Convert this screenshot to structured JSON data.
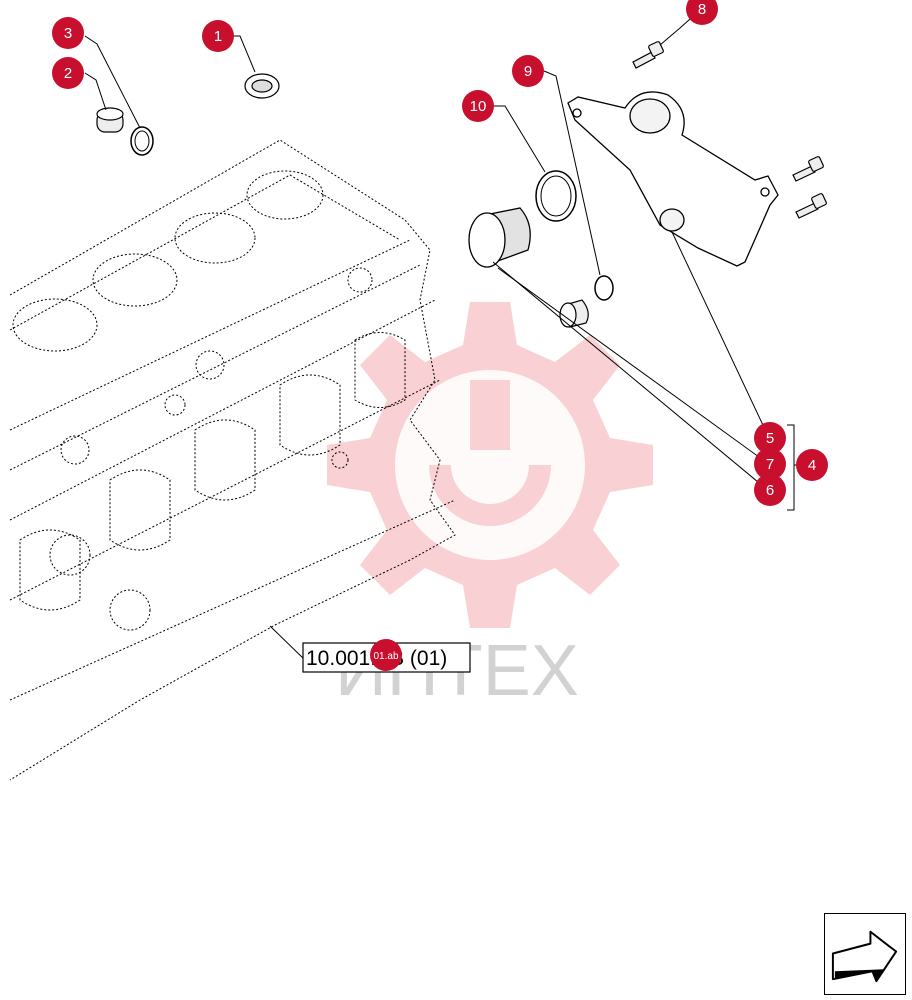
{
  "callouts": [
    {
      "id": "1",
      "label": "1"
    },
    {
      "id": "2",
      "label": "2"
    },
    {
      "id": "3",
      "label": "3"
    },
    {
      "id": "4",
      "label": "4"
    },
    {
      "id": "5",
      "label": "5"
    },
    {
      "id": "6",
      "label": "6"
    },
    {
      "id": "7",
      "label": "7"
    },
    {
      "id": "8",
      "label": "8"
    },
    {
      "id": "9",
      "label": "9"
    },
    {
      "id": "10",
      "label": "10"
    }
  ],
  "reference": {
    "text": "10.001.AB (01)",
    "badge": "01.ab"
  },
  "watermark": {
    "text": "ИНТЕХ"
  },
  "colors": {
    "callout": "#c8102e",
    "line": "#000000",
    "watermark": "#e8303a"
  },
  "nav_icon": "arrow-next-icon"
}
